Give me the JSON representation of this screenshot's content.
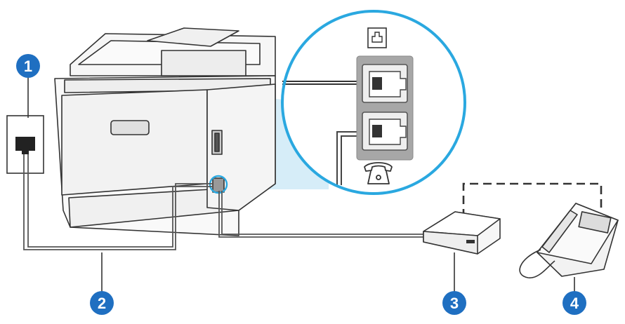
{
  "diagram": {
    "colors": {
      "callout": "#1f6fc1",
      "magnifier_ring": "#2aa8e0",
      "light_beam": "#bfe3f5",
      "cable": "#555555",
      "outline": "#333333",
      "port_panel": "#9a9a9a"
    },
    "callouts": [
      {
        "id": "wall-jack",
        "number": "1"
      },
      {
        "id": "phone-cord",
        "number": "2"
      },
      {
        "id": "answering-machine",
        "number": "3"
      },
      {
        "id": "telephone",
        "number": "4"
      }
    ],
    "ports": [
      {
        "id": "line-port",
        "icon": "line-port-icon"
      },
      {
        "id": "phone-port",
        "icon": "telephone-icon"
      }
    ]
  }
}
